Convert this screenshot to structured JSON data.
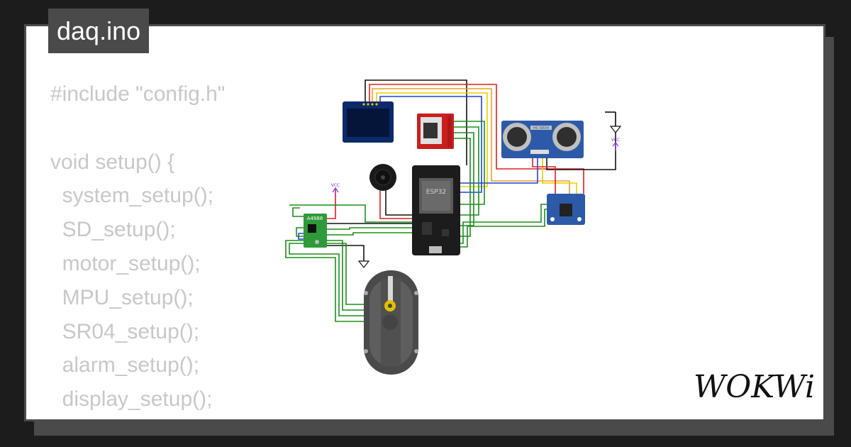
{
  "file_title": "daq.ino",
  "code_lines": [
    "#include \"config.h\"",
    "",
    "void setup() {",
    "  system_setup();",
    "  SD_setup();",
    "  motor_setup();",
    "  MPU_setup();",
    "  SR04_setup();",
    "  alarm_setup();",
    "  display_setup();",
    "  ..."
  ],
  "diagram": {
    "esp32_label": "ESP32",
    "driver_label": "A4988",
    "sr04_label": "HC-SR04",
    "vcc_label": "VCC"
  },
  "brand": "WOKWi",
  "colors": {
    "background": "#1c1c1c",
    "card": "#ffffff",
    "frame": "#4a4a4a",
    "code_text": "#c8c8c8",
    "wire_green": "#1a8f1a",
    "wire_red": "#e02020",
    "wire_orange": "#f0a020",
    "wire_yellow": "#e6d000",
    "wire_blue": "#2040e0",
    "wire_black": "#111111"
  }
}
